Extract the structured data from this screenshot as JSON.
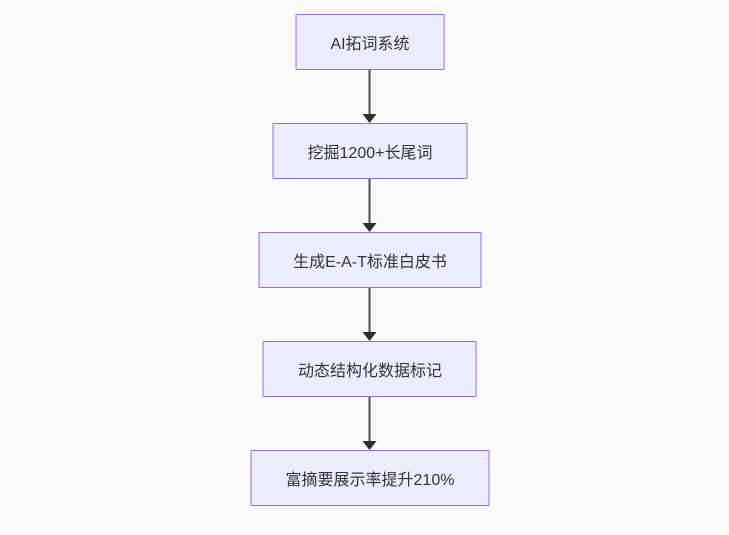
{
  "diagram": {
    "type": "flowchart",
    "direction": "top-down",
    "nodes": [
      {
        "id": "n1",
        "label": "AI拓词系统"
      },
      {
        "id": "n2",
        "label": "挖掘1200+长尾词"
      },
      {
        "id": "n3",
        "label": "生成E-A-T标准白皮书"
      },
      {
        "id": "n4",
        "label": "动态结构化数据标记"
      },
      {
        "id": "n5",
        "label": "富摘要展示率提升210%"
      }
    ],
    "edges": [
      {
        "from": "n1",
        "to": "n2"
      },
      {
        "from": "n2",
        "to": "n3"
      },
      {
        "from": "n3",
        "to": "n4"
      },
      {
        "from": "n4",
        "to": "n5"
      }
    ],
    "colors": {
      "node_fill": "#ECECFF",
      "node_border": "#9370DB",
      "node_text": "#333333",
      "edge_line": "#4d4d4d",
      "arrowhead": "#2e2e2e",
      "background": "#fafafa"
    }
  }
}
